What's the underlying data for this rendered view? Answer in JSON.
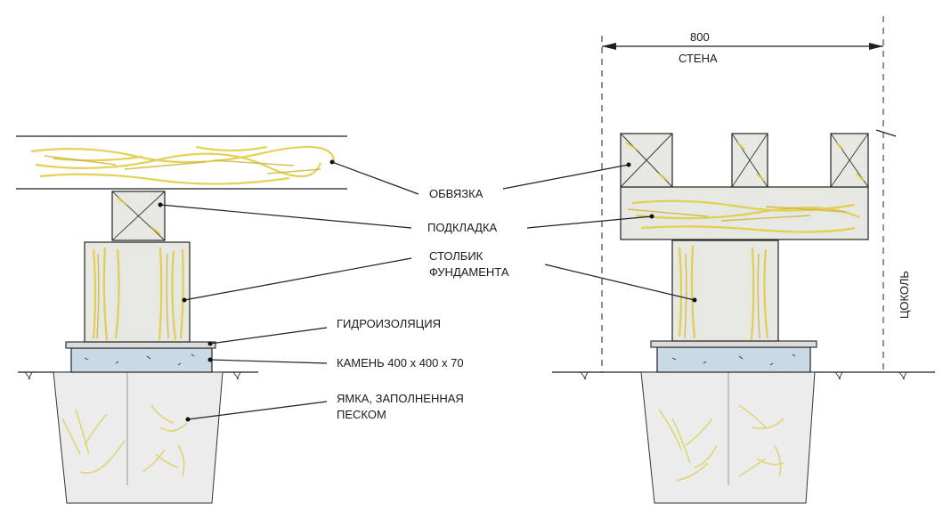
{
  "labels": {
    "obvyazka": "ОБВЯЗКА",
    "podkladka": "ПОДКЛАДКА",
    "stolbik_line1": "СТОЛБИК",
    "stolbik_line2": "ФУНДАМЕНТА",
    "gidroizolyatsiya": "ГИДРОИЗОЛЯЦИЯ",
    "kamen": "КАМЕНЬ 400 х 400 х 70",
    "yamka_line1": "ЯМКА, ЗАПОЛНЕННАЯ",
    "yamka_line2": "ПЕСКОМ",
    "dimension": "800",
    "stena": "СТЕНА",
    "tsokol": "ЦОКОЛЬ"
  },
  "colors": {
    "wood_grain": "#e0c93a",
    "stone": "#c9d9e6",
    "pit": "#ececec"
  }
}
